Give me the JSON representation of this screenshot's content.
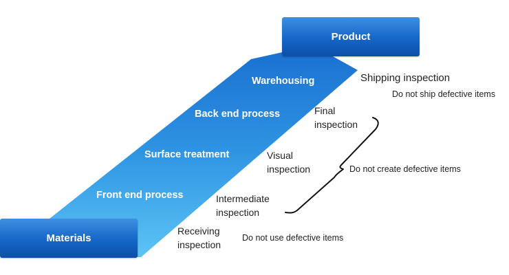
{
  "product": "Product",
  "materials": "Materials",
  "stages": [
    "Front end process",
    "Surface treatment",
    "Back end process",
    "Warehousing"
  ],
  "inspections": {
    "shipping": "Shipping inspection",
    "final": [
      "Final",
      "inspection"
    ],
    "visual": [
      "Visual",
      "inspection"
    ],
    "intermediate": [
      "Intermediate",
      "inspection"
    ],
    "receiving": [
      "Receiving",
      "inspection"
    ]
  },
  "notes": {
    "ship": "Do not ship defective items",
    "create": "Do not create defective items",
    "use": "Do not use defective items"
  },
  "colors": {
    "band_top": "#1a6fd0",
    "band_bottom": "#5cc4f6",
    "box": "#1466c8"
  }
}
